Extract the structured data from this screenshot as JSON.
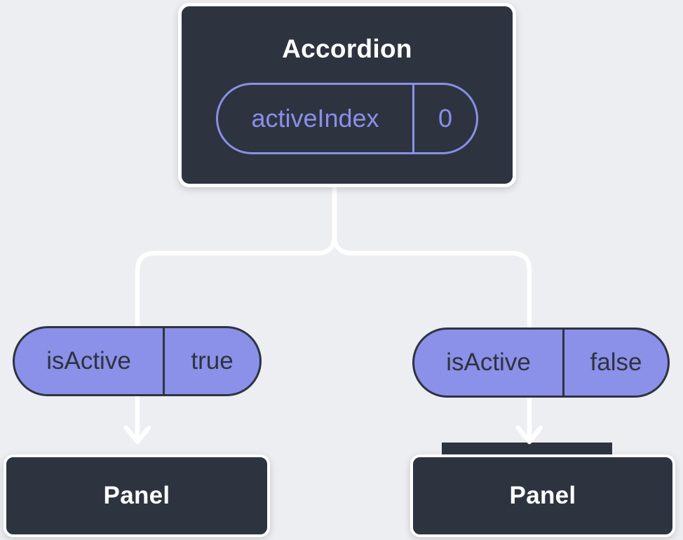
{
  "diagram": {
    "root": {
      "title": "Accordion",
      "state": {
        "name": "activeIndex",
        "value": "0"
      }
    },
    "children": [
      {
        "prop": {
          "name": "isActive",
          "value": "true"
        },
        "target": {
          "title": "Panel"
        }
      },
      {
        "prop": {
          "name": "isActive",
          "value": "false"
        },
        "target": {
          "title": "Panel"
        }
      }
    ],
    "colors": {
      "background": "#edeef2",
      "node_fill": "#2d3440",
      "node_border": "#ffffff",
      "accent_purple": "#8a8fe8",
      "pill_fill": "#8b90e8",
      "pill_border": "#2d3440",
      "connector": "#ffffff"
    }
  }
}
